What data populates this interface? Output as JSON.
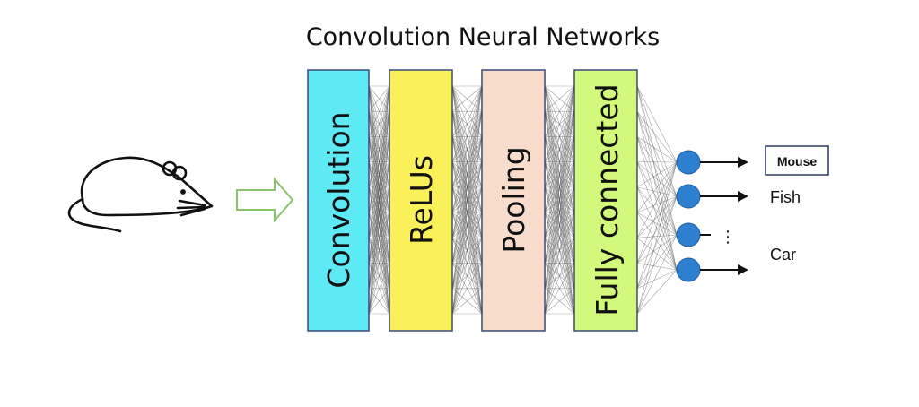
{
  "diagram": {
    "title": "Convolution Neural Networks",
    "input_icon": "mouse-icon",
    "arrow_icon": "hollow-right-arrow-icon",
    "layers": [
      {
        "label": "Convolution",
        "fill": "#5EEAF5"
      },
      {
        "label": "ReLUs",
        "fill": "#FAF05A"
      },
      {
        "label": "Pooling",
        "fill": "#F8DCCC"
      },
      {
        "label": "Fully connected",
        "fill": "#D2F97C"
      }
    ],
    "outputs": {
      "labels": [
        "Mouse",
        "Fish",
        "Car"
      ],
      "ellipsis": "⋮",
      "highlighted": "Mouse",
      "node_color": "#2F7FD1"
    },
    "colors": {
      "layer_border": "#3A4A7A",
      "connection": "#555555",
      "arrow_outline": "#8BC26A"
    }
  }
}
